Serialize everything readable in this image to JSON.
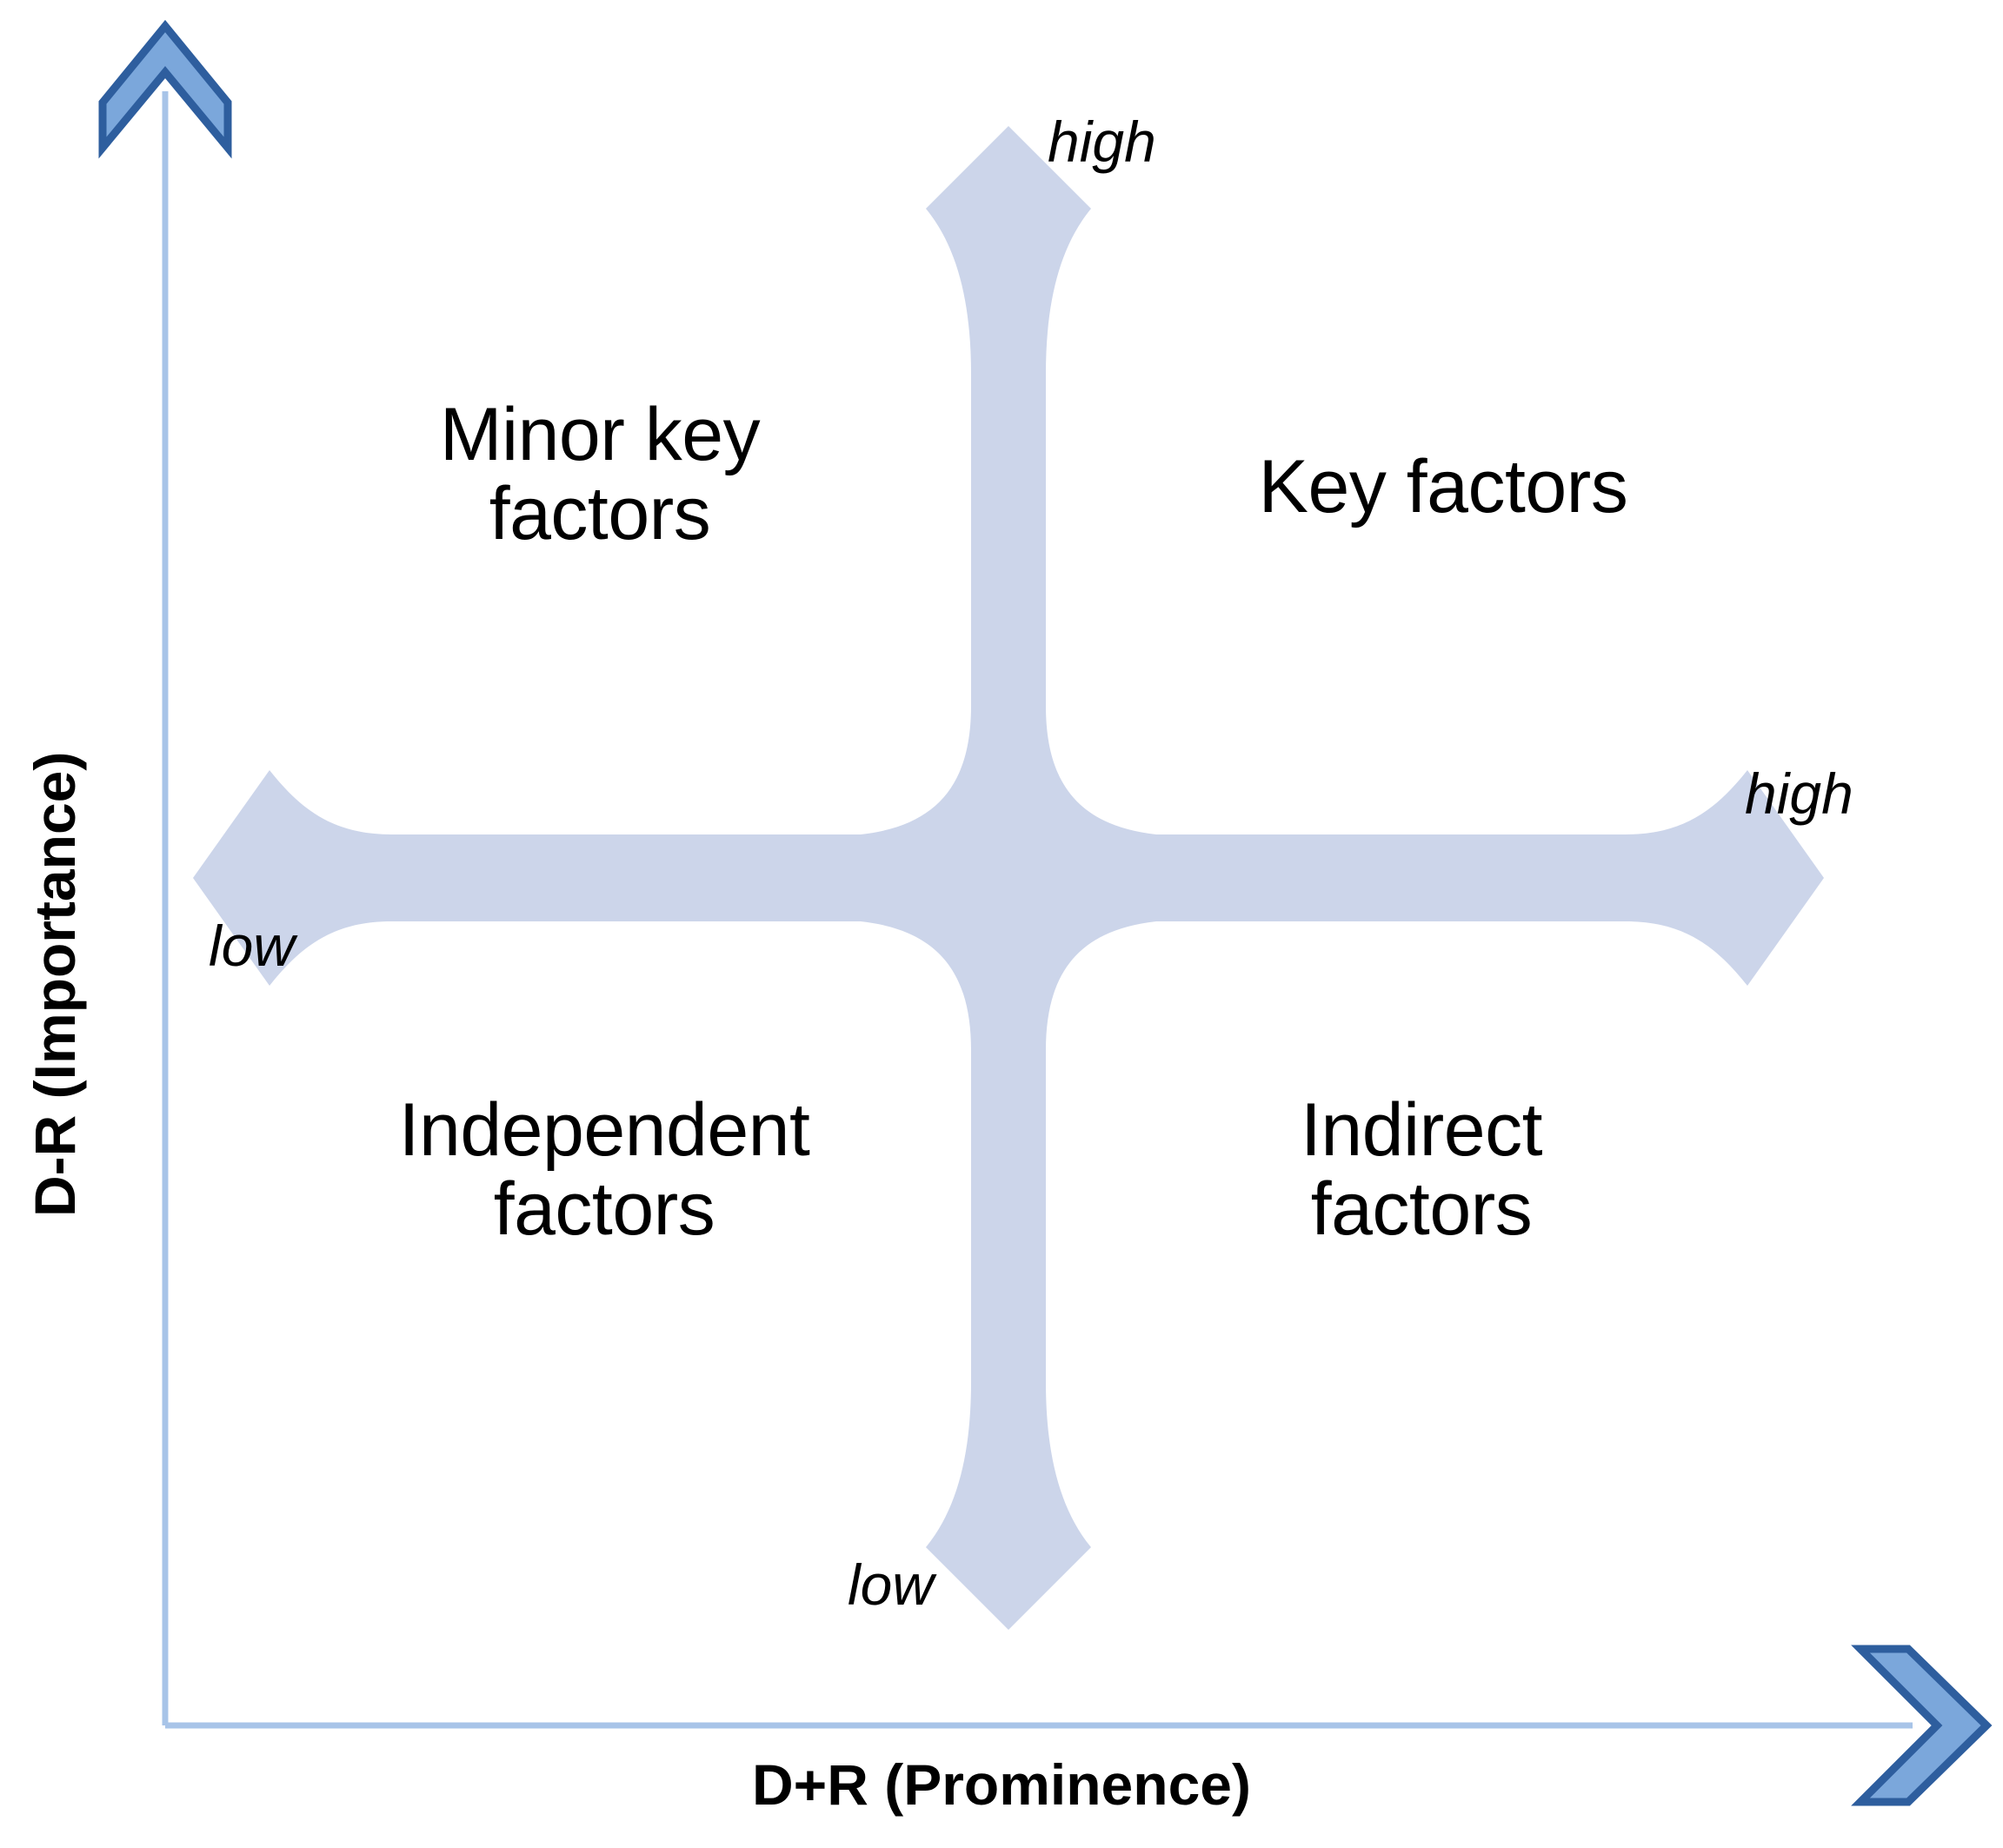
{
  "diagram": {
    "kind": "quadrant-matrix",
    "axes": {
      "x": {
        "title": "D+R (Prominence)",
        "low_label": "low",
        "high_label": "high",
        "arrow_icon": "chevron-right-icon"
      },
      "y": {
        "title": "D-R (Importance)",
        "low_label": "low",
        "high_label": "high",
        "arrow_icon": "chevron-up-icon"
      }
    },
    "quadrants": [
      {
        "id": "minor-key",
        "position": "top-left",
        "label": "Minor key\nfactors"
      },
      {
        "id": "key",
        "position": "top-right",
        "label": "Key factors"
      },
      {
        "id": "independent",
        "position": "bottom-left",
        "label": "Independent\nfactors"
      },
      {
        "id": "indirect",
        "position": "bottom-right",
        "label": "Indirect\nfactors"
      }
    ]
  },
  "chart_data": {
    "type": "scatter",
    "title": "",
    "xlabel": "D+R (Prominence)",
    "ylabel": "D-R (Importance)",
    "x_tick_labels": [
      "low",
      "high"
    ],
    "y_tick_labels": [
      "low",
      "high"
    ],
    "grid": false,
    "legend": "none",
    "annotations": [
      {
        "text": "Minor key factors",
        "quadrant": "top-left"
      },
      {
        "text": "Key factors",
        "quadrant": "top-right"
      },
      {
        "text": "Independent factors",
        "quadrant": "bottom-left"
      },
      {
        "text": "Indirect factors",
        "quadrant": "bottom-right"
      }
    ],
    "series": []
  },
  "colors": {
    "cross_fill": "#CCD5EA",
    "arrow_fill": "#7BA7DB",
    "arrow_stroke": "#2E5E9E",
    "axis_line": "#A8C4E8",
    "text": "#000000",
    "background": "#FFFFFF"
  }
}
